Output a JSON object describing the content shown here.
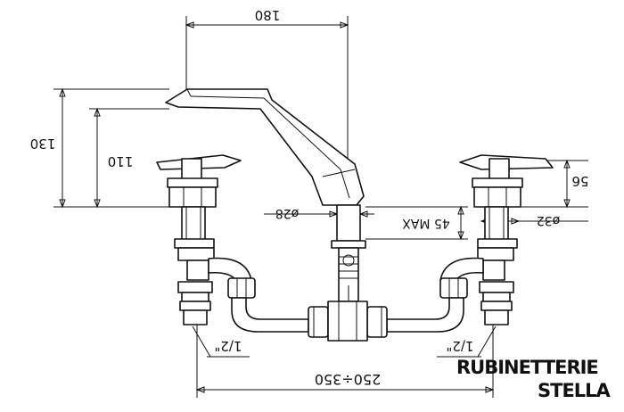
{
  "dimensions": {
    "spout_reach": "180",
    "total_height": "130",
    "spout_height": "110",
    "handle_height": "56",
    "spout_diameter": "ø28",
    "handle_diameter": "ø32",
    "deck_thickness": "45 MAX",
    "thread_left": "1/2\"",
    "thread_right": "1/2\"",
    "spread": "250÷350"
  },
  "brand": {
    "line1": "RUBINETTERIE",
    "line2": "STELLA"
  }
}
